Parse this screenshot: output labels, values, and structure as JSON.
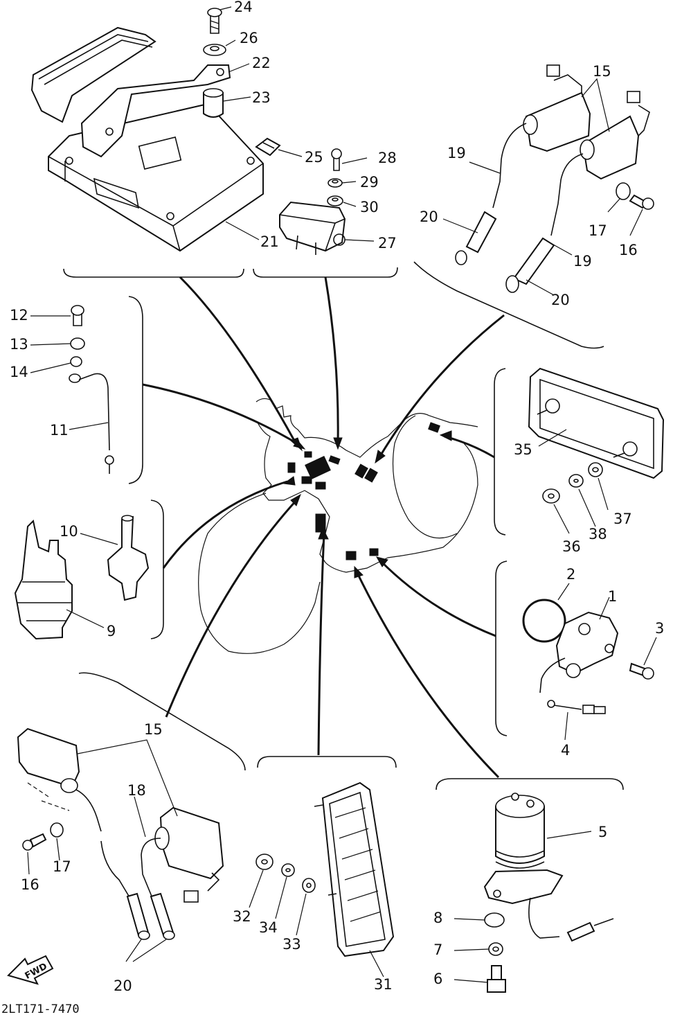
{
  "diagram": {
    "drawing_code": "2LT171-7470",
    "fwd_label": "FWD",
    "callouts": [
      {
        "id": "c24",
        "text": "24"
      },
      {
        "id": "c26",
        "text": "26"
      },
      {
        "id": "c22",
        "text": "22"
      },
      {
        "id": "c23",
        "text": "23"
      },
      {
        "id": "c25",
        "text": "25"
      },
      {
        "id": "c28",
        "text": "28"
      },
      {
        "id": "c29",
        "text": "29"
      },
      {
        "id": "c30",
        "text": "30"
      },
      {
        "id": "c27",
        "text": "27"
      },
      {
        "id": "c21",
        "text": "21"
      },
      {
        "id": "c15a",
        "text": "15"
      },
      {
        "id": "c19a",
        "text": "19"
      },
      {
        "id": "c20a",
        "text": "20"
      },
      {
        "id": "c17a",
        "text": "17"
      },
      {
        "id": "c16a",
        "text": "16"
      },
      {
        "id": "c19b",
        "text": "19"
      },
      {
        "id": "c20b",
        "text": "20"
      },
      {
        "id": "c12",
        "text": "12"
      },
      {
        "id": "c13",
        "text": "13"
      },
      {
        "id": "c14",
        "text": "14"
      },
      {
        "id": "c11",
        "text": "11"
      },
      {
        "id": "c35",
        "text": "35"
      },
      {
        "id": "c37",
        "text": "37"
      },
      {
        "id": "c38",
        "text": "38"
      },
      {
        "id": "c36",
        "text": "36"
      },
      {
        "id": "c10",
        "text": "10"
      },
      {
        "id": "c9",
        "text": "9"
      },
      {
        "id": "c2",
        "text": "2"
      },
      {
        "id": "c1",
        "text": "1"
      },
      {
        "id": "c3",
        "text": "3"
      },
      {
        "id": "c4",
        "text": "4"
      },
      {
        "id": "c15b",
        "text": "15"
      },
      {
        "id": "c18",
        "text": "18"
      },
      {
        "id": "c16b",
        "text": "16"
      },
      {
        "id": "c17b",
        "text": "17"
      },
      {
        "id": "c20c",
        "text": "20"
      },
      {
        "id": "c5",
        "text": "5"
      },
      {
        "id": "c8",
        "text": "8"
      },
      {
        "id": "c7",
        "text": "7"
      },
      {
        "id": "c6",
        "text": "6"
      },
      {
        "id": "c32",
        "text": "32"
      },
      {
        "id": "c34",
        "text": "34"
      },
      {
        "id": "c33",
        "text": "33"
      },
      {
        "id": "c31",
        "text": "31"
      }
    ]
  }
}
